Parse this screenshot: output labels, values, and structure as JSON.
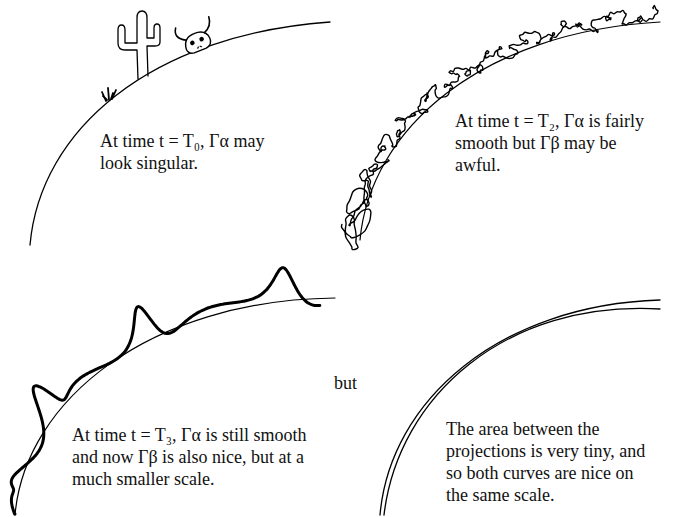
{
  "diagram": {
    "labels": [
      "At time t = T₀, Γα may look singular.",
      "At time t = T₂, Γα is fairly smooth but Γβ may be awful.",
      "At time t = T₃, Γα is still smooth and now Γβ is also nice, but at a much smaller scale.",
      "but",
      "The area between the projections is very tiny, and so both curves are nice on the same scale."
    ]
  }
}
